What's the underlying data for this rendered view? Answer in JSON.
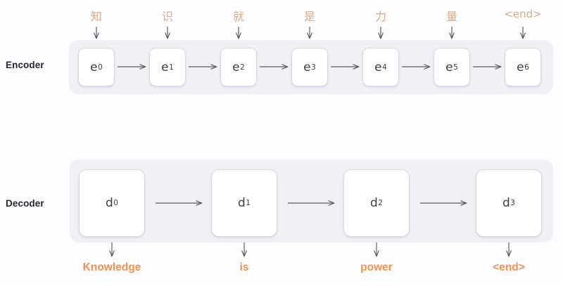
{
  "diagram": {
    "title": "Encoder-Decoder sequence-to-sequence diagram",
    "colors": {
      "page_background": "#fdfcfe",
      "panel_background": "#f1f0f5",
      "cell_background": "#ffffff",
      "cell_border": "#d9d8de",
      "input_token_color": "#d8ab86",
      "output_word_color": "#f4904f",
      "arrow_color": "#59595f",
      "row_label_color": "#25262b"
    }
  },
  "encoder": {
    "row_label": "Encoder",
    "cells": [
      {
        "base": "e",
        "sub": "0"
      },
      {
        "base": "e",
        "sub": "1"
      },
      {
        "base": "e",
        "sub": "2"
      },
      {
        "base": "e",
        "sub": "3"
      },
      {
        "base": "e",
        "sub": "4"
      },
      {
        "base": "e",
        "sub": "5"
      },
      {
        "base": "e",
        "sub": "6"
      }
    ],
    "input_tokens": [
      "知",
      "识",
      "就",
      "是",
      "力",
      "量",
      "<end>"
    ]
  },
  "decoder": {
    "row_label": "Decoder",
    "cells": [
      {
        "base": "d",
        "sub": "0"
      },
      {
        "base": "d",
        "sub": "1"
      },
      {
        "base": "d",
        "sub": "2"
      },
      {
        "base": "d",
        "sub": "3"
      }
    ],
    "output_words": [
      "Knowledge",
      "is",
      "power",
      "<end>"
    ]
  }
}
